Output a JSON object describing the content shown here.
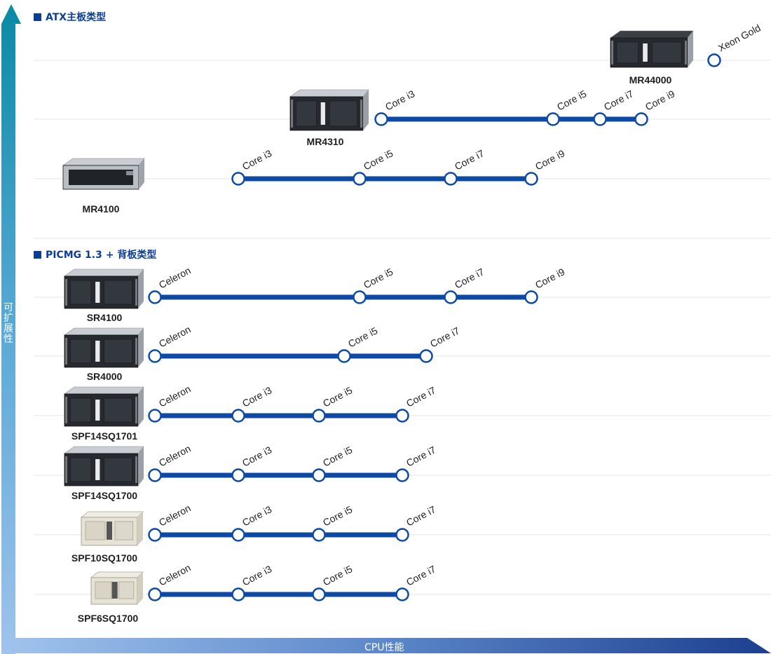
{
  "sections": [
    {
      "title": "ATX主板类型"
    },
    {
      "title": "PICMG 1.3 + 背板类型"
    }
  ],
  "axes": {
    "y_label": "可扩展性",
    "x_label": "CPU性能"
  },
  "colors": {
    "line": "#0d4aa6",
    "title": "#0c3e93",
    "grid": "#e6e6e6"
  },
  "products": [
    {
      "model": "MR44000",
      "chassis": "dark",
      "cpus": [
        "Xeon Gold"
      ]
    },
    {
      "model": "MR4310",
      "chassis": "dark-silver-top",
      "cpus": [
        "Core i3",
        "Core i5",
        "Core i7",
        "Core i9"
      ]
    },
    {
      "model": "MR4100",
      "chassis": "silver",
      "cpus": [
        "Core i3",
        "Core i5",
        "Core i7",
        "Core i9"
      ]
    },
    {
      "model": "SR4100",
      "chassis": "dark-silver-top",
      "cpus": [
        "Celeron",
        "Core i5",
        "Core i7",
        "Core i9"
      ]
    },
    {
      "model": "SR4000",
      "chassis": "dark-silver-top",
      "cpus": [
        "Celeron",
        "Core i5",
        "Core i7"
      ]
    },
    {
      "model": "SPF14SQ1701",
      "chassis": "dark-silver-top",
      "cpus": [
        "Celeron",
        "Core i3",
        "Core i5",
        "Core i7"
      ]
    },
    {
      "model": "SPF14SQ1700",
      "chassis": "dark-silver-top",
      "cpus": [
        "Celeron",
        "Core i3",
        "Core i5",
        "Core i7"
      ]
    },
    {
      "model": "SPF10SQ1700",
      "chassis": "beige",
      "cpus": [
        "Celeron",
        "Core i3",
        "Core i5",
        "Core i7"
      ]
    },
    {
      "model": "SPF6SQ1700",
      "chassis": "beige",
      "cpus": [
        "Celeron",
        "Core i3",
        "Core i5",
        "Core i7"
      ]
    }
  ]
}
